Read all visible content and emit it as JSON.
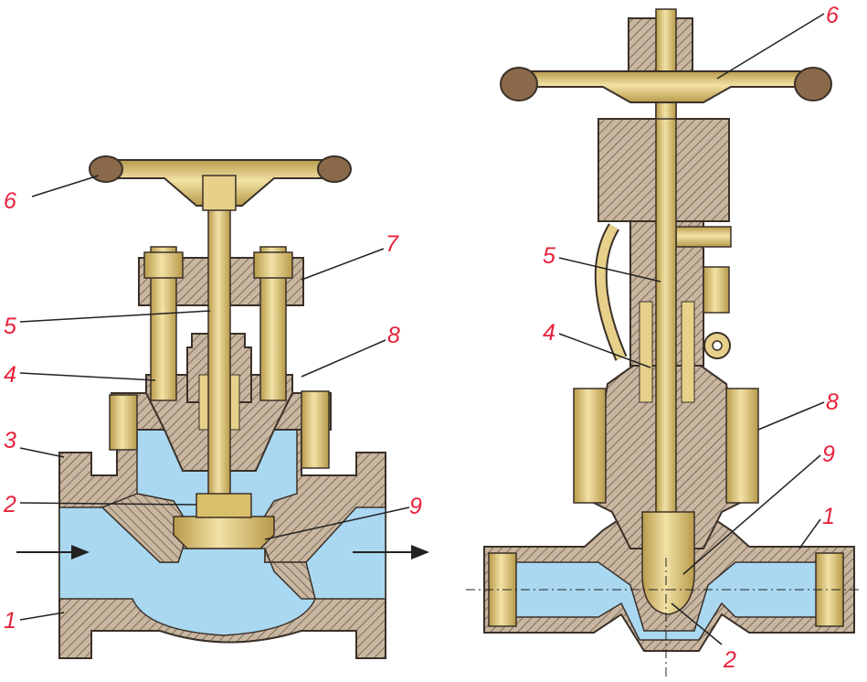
{
  "colors": {
    "water": "#a9d8f0",
    "body": "#c8b6a0",
    "hatch": "#6b5a48",
    "brass": "#e6d08a",
    "brass_dark": "#b89a4a",
    "outline": "#3a3028",
    "label": "#e8213a",
    "leader": "#222222"
  },
  "left_valve": {
    "labels": [
      "6",
      "7",
      "5",
      "8",
      "4",
      "3",
      "2",
      "9",
      "1"
    ],
    "flow_arrows": [
      "inlet-arrow",
      "outlet-arrow"
    ]
  },
  "right_valve": {
    "labels": [
      "6",
      "5",
      "4",
      "8",
      "9",
      "1",
      "2"
    ]
  }
}
